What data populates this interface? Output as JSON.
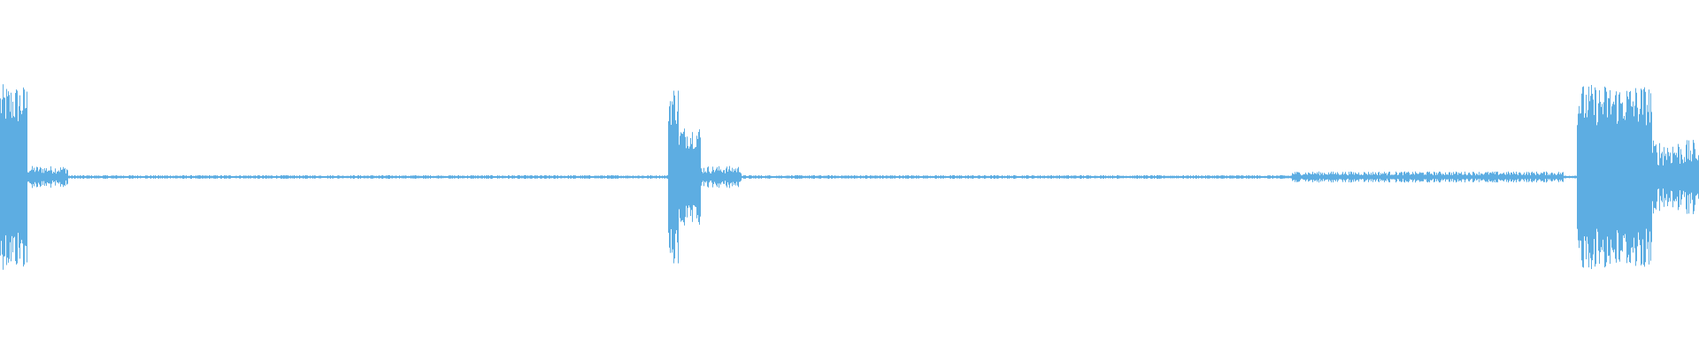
{
  "waveform": {
    "color": "#5dade2",
    "background": "#ffffff",
    "segments": [
      {
        "start": 0.0,
        "end": 0.016,
        "amp": 1.0
      },
      {
        "start": 0.016,
        "end": 0.04,
        "amp": 0.12
      },
      {
        "start": 0.04,
        "end": 0.393,
        "amp": 0.02
      },
      {
        "start": 0.393,
        "end": 0.399,
        "amp": 1.0
      },
      {
        "start": 0.399,
        "end": 0.412,
        "amp": 0.55
      },
      {
        "start": 0.412,
        "end": 0.436,
        "amp": 0.12
      },
      {
        "start": 0.436,
        "end": 0.76,
        "amp": 0.02
      },
      {
        "start": 0.76,
        "end": 0.92,
        "amp": 0.06
      },
      {
        "start": 0.92,
        "end": 0.928,
        "amp": 0.02
      },
      {
        "start": 0.928,
        "end": 0.972,
        "amp": 1.0
      },
      {
        "start": 0.972,
        "end": 1.0,
        "amp": 0.4
      }
    ]
  }
}
